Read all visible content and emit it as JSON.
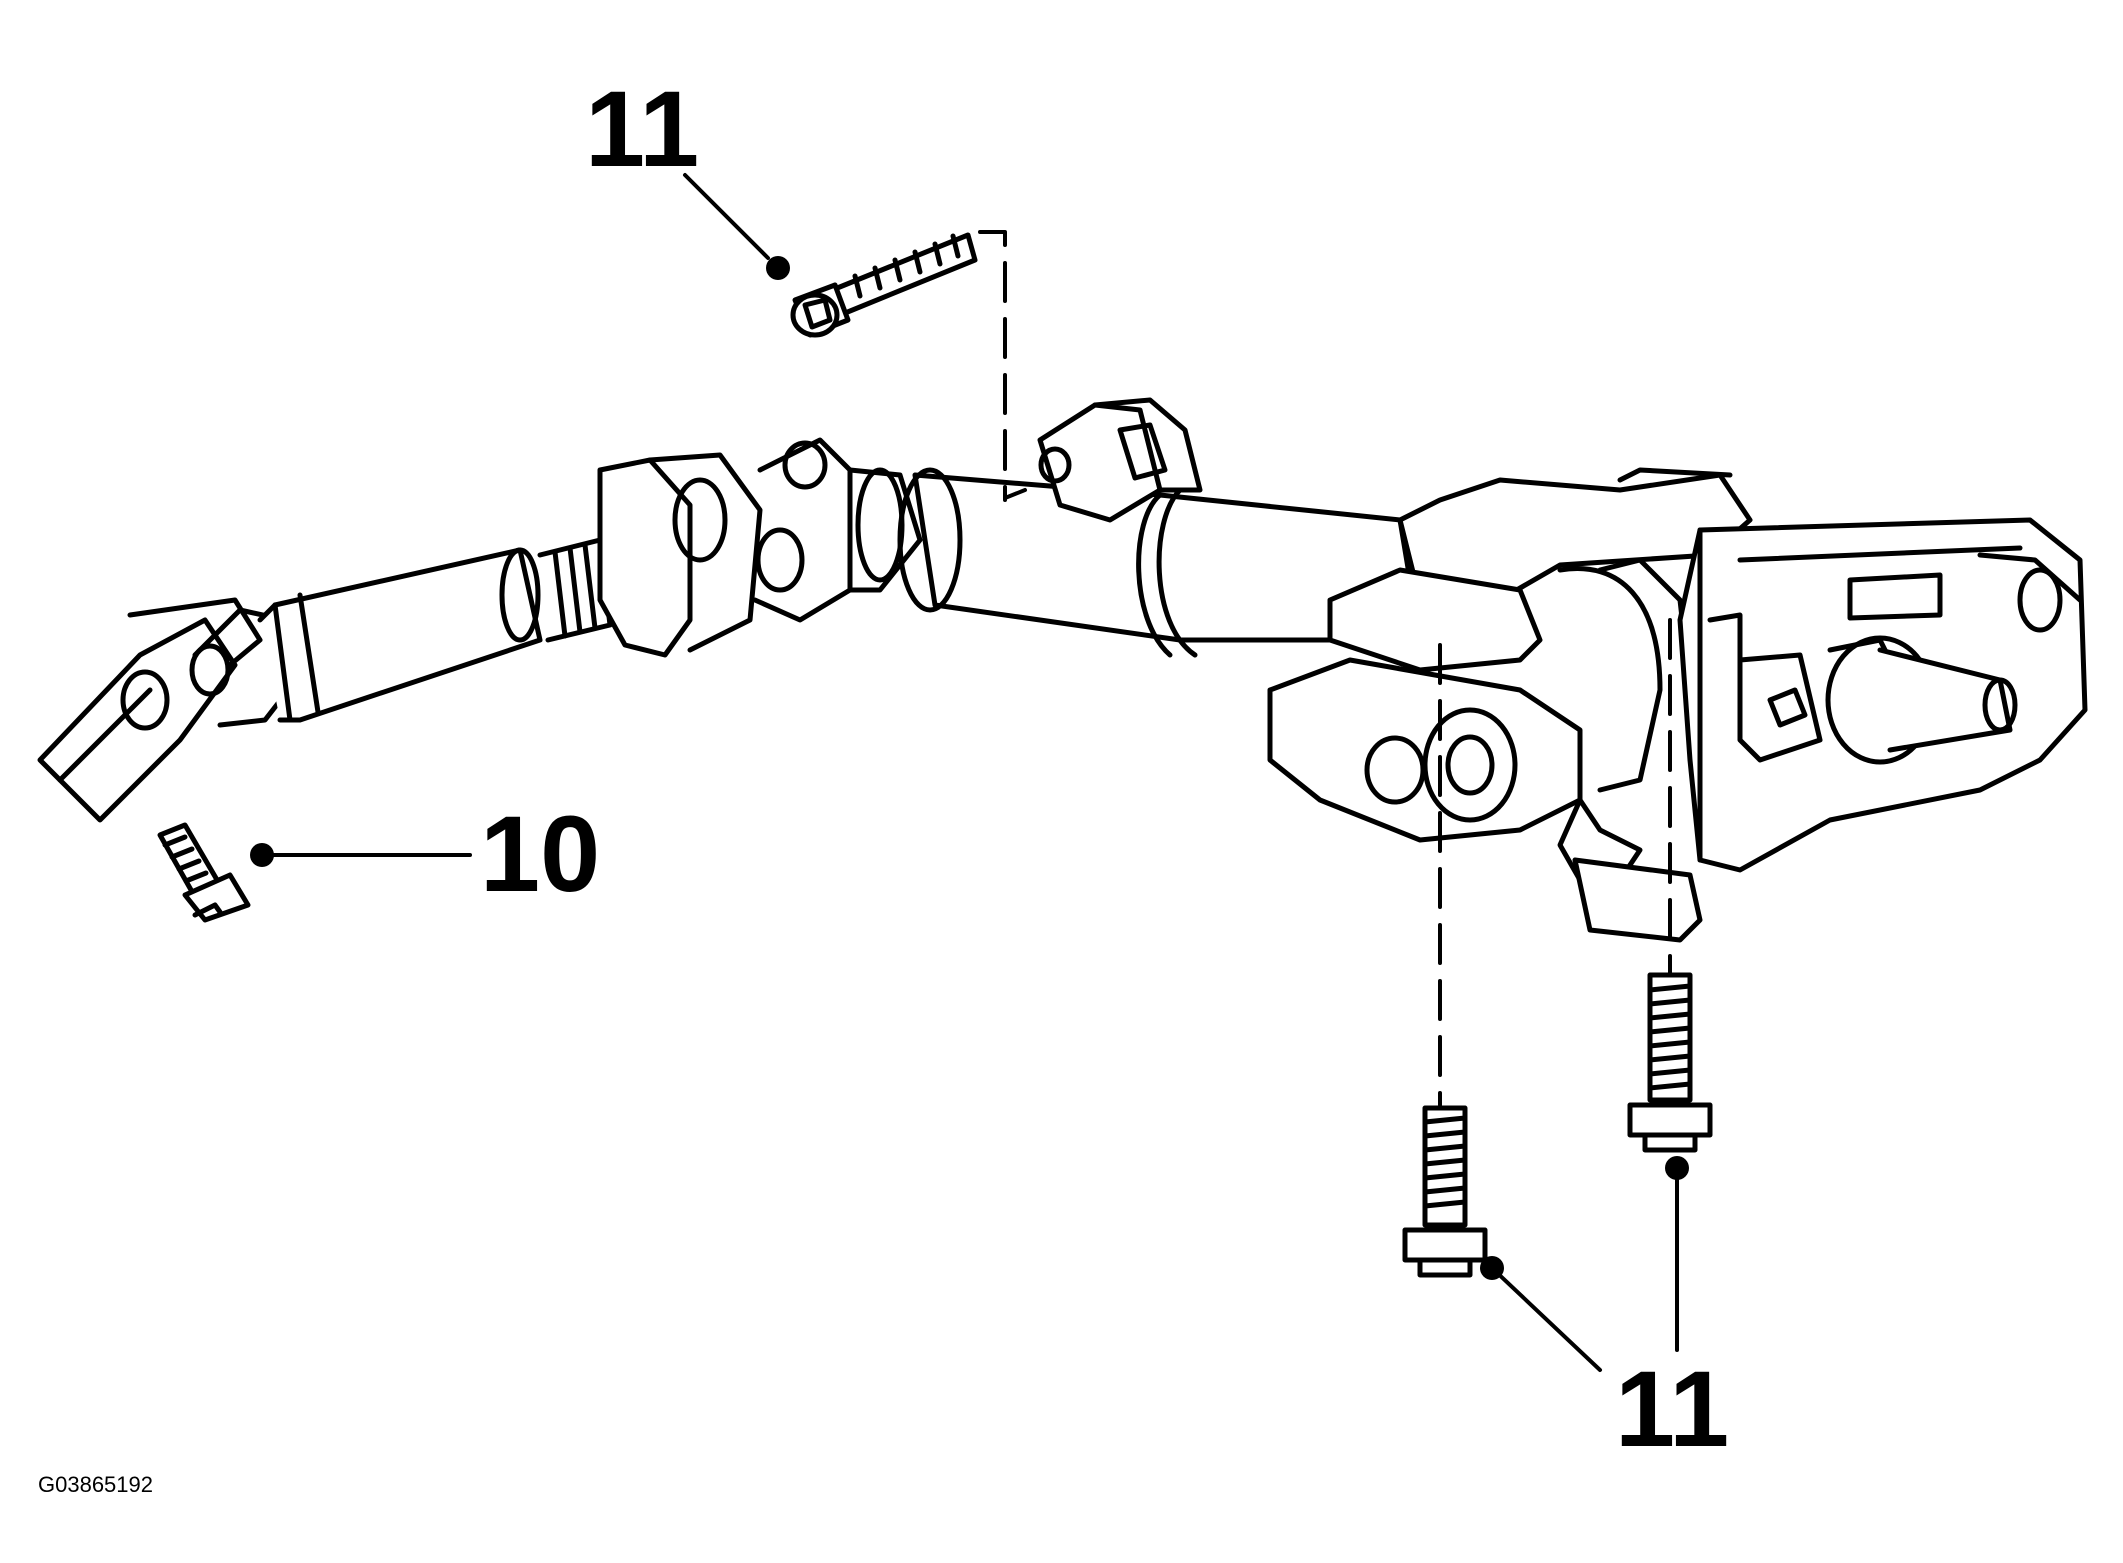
{
  "callouts": {
    "top_bolt": "11",
    "left_bolt": "10",
    "bottom_bolts": "11"
  },
  "figure_id": "G03865192",
  "colors": {
    "ink": "#000000",
    "paper": "#ffffff"
  }
}
